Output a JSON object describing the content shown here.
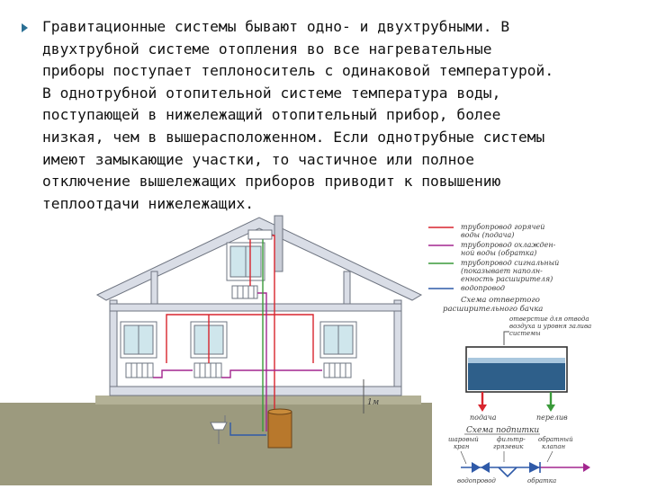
{
  "text": {
    "lines": [
      "Гравитационные системы бывают одно- и двухтрубными. В",
      "двухтрубной системе отопления во все нагревательные",
      "приборы поступает теплоноситель с одинаковой температурой.",
      "В однотрубной отопительной системе температура воды,",
      "поступающей в нижележащий отопительный прибор, более",
      "низкая, чем в вышерасположенном. Если однотрубные системы",
      "имеют замыкающие участки, то частичное или полное",
      "отключение вышележащих приборов приводит к повышению",
      "теплоотдачи нижележащих."
    ]
  },
  "diagram": {
    "colors": {
      "supply": "#d8252e",
      "return": "#a3278f",
      "overflow": "#3a9a3a",
      "drain": "#2f5aa8",
      "house_fill": "#d9dde6",
      "house_stroke": "#6e7480",
      "ground": "#9c9a7e",
      "accent": "#2a6f94"
    },
    "legend": {
      "lines": [
        "трубопровод горячей",
        "воды (подача)",
        "трубопровод охлажден-",
        "ной воды (обратка)",
        "трубопровод сигнальный",
        "(показывает наполн-",
        "енность расширителя)",
        "водопровод"
      ]
    },
    "tank_title": [
      "Схема отпвертого",
      "расширительного бачка"
    ],
    "tank_caption": [
      "отверстие для отвода",
      "воздуха и уровня залива",
      "системы"
    ],
    "tank_labels": {
      "supply": "подача",
      "overflow": "перелив"
    },
    "hookup": {
      "title": "Схема подпитки",
      "labels_top": [
        "шаровый",
        "кран",
        "фильтр-",
        "грязевик",
        "обратный",
        "клапан"
      ],
      "labels_bottom": [
        "водопровод",
        "обратка"
      ]
    },
    "height_mark": "1м"
  }
}
